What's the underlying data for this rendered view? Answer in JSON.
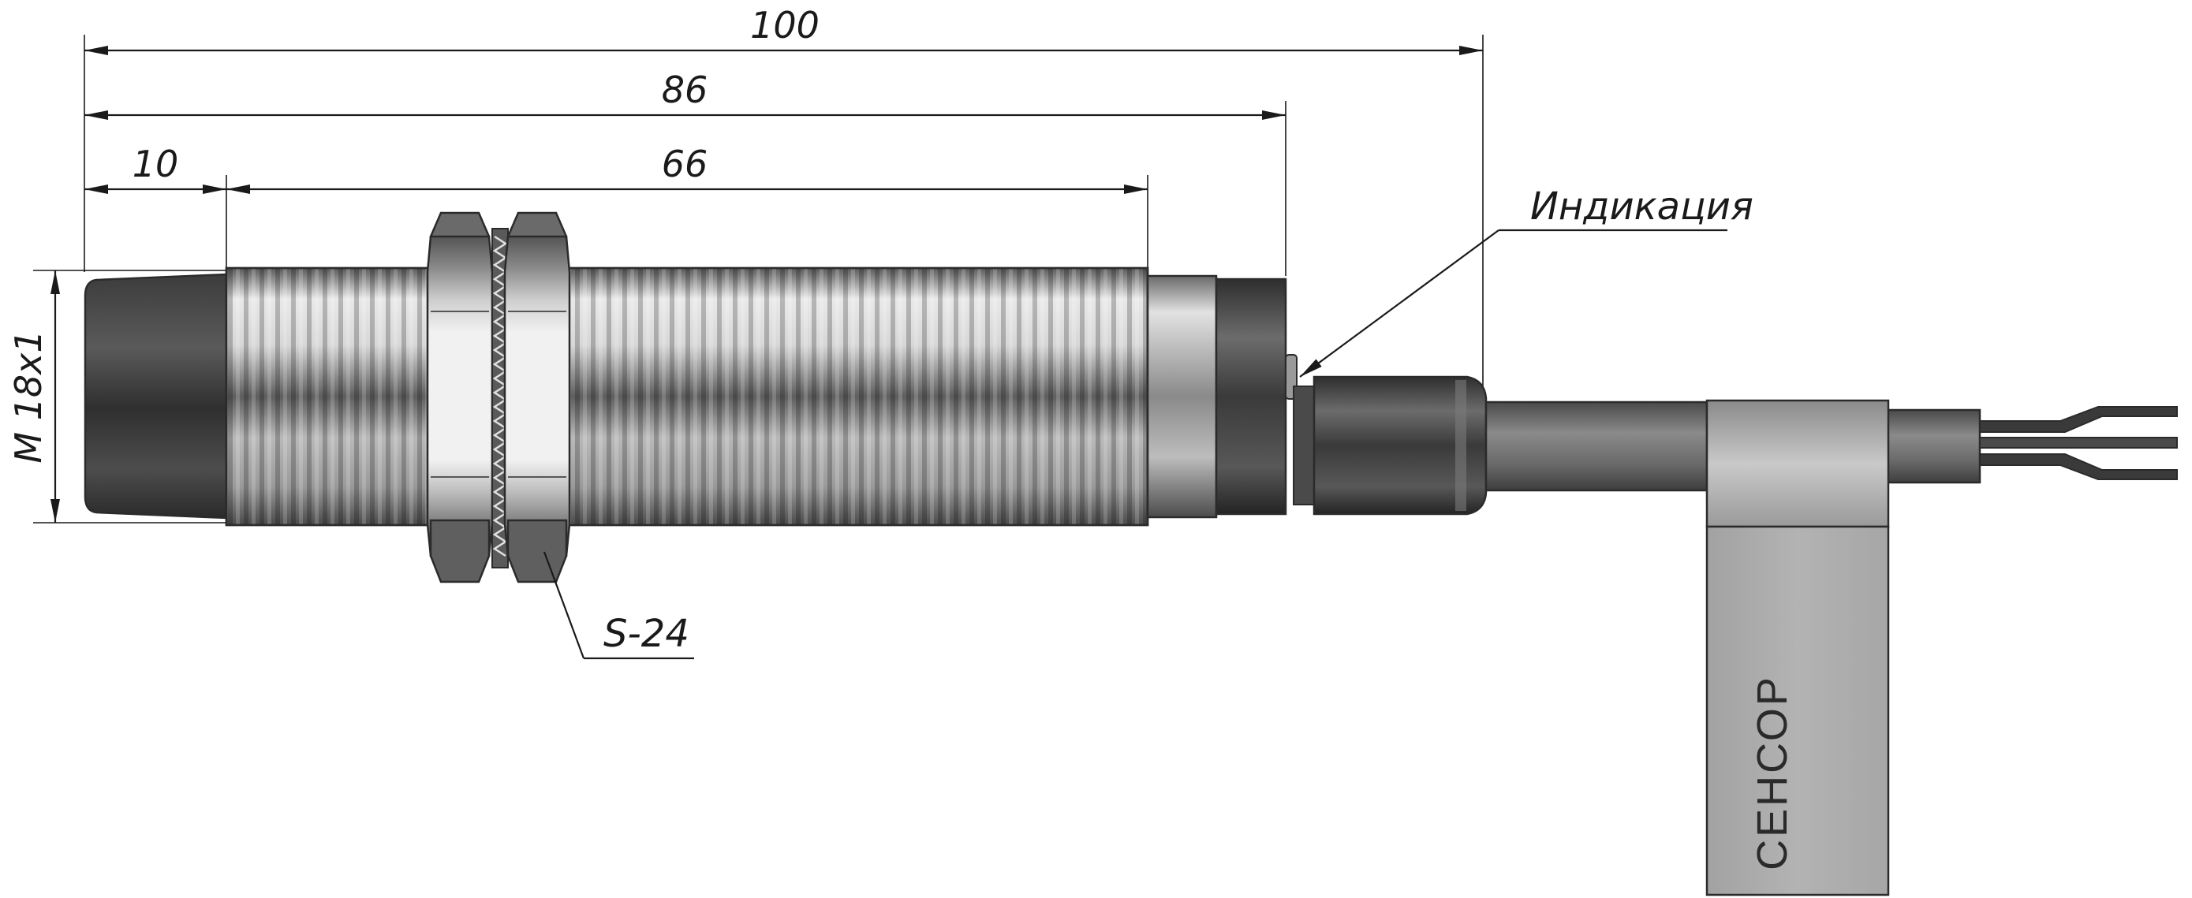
{
  "dimensions": {
    "overall_length": "100",
    "housing_length": "86",
    "thread_length": "66",
    "face_length": "10",
    "thread_size": "M 18x1"
  },
  "labels": {
    "indication": "Индикация",
    "wrench_size": "S-24",
    "brand": "СЕНСОР"
  },
  "colors": {
    "metal_dark": "#3a3a3a",
    "metal_mid": "#8c8c8c",
    "metal_light": "#e4e4e4",
    "cable": "#6f6f6f",
    "tag": "#a9a9a9",
    "line": "#1a1a1a"
  }
}
